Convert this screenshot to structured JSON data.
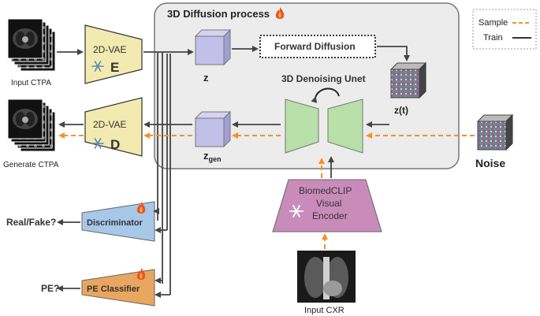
{
  "diffusion": {
    "title": "3D Diffusion process",
    "fire_icon": "fire-icon"
  },
  "legend": {
    "sample": "Sample",
    "train": "Train",
    "sample_color": "#f0922b",
    "train_color": "#333333"
  },
  "inputs": {
    "ctpa": "Input CTPA",
    "generated_ctpa": "Generate CTPA",
    "cxr": "Input CXR",
    "noise": "Noise"
  },
  "vae": {
    "encoder_label": "2D-VAE",
    "encoder_letter": "E",
    "decoder_label": "2D-VAE",
    "decoder_letter": "D",
    "frozen_icon": "snowflake-icon",
    "color": "#f2eab0"
  },
  "latents": {
    "z": "z",
    "z_t": "z(t)",
    "z_gen_base": "z",
    "z_gen_sub": "gen"
  },
  "forward_diffusion": "Forward Diffusion",
  "unet": {
    "label": "3D Denoising Unet",
    "color": "#b9e0a8"
  },
  "biomedclip": {
    "line1": "BiomedCLIP",
    "line2": "Visual",
    "line3": "Encoder",
    "color": "#c98cba"
  },
  "discriminator": {
    "label": "Discriminator",
    "output": "Real/Fake?",
    "color": "#a7c8e8"
  },
  "pe_classifier": {
    "label": "PE Classifier",
    "output": "PE?",
    "color": "#e9a65f"
  }
}
